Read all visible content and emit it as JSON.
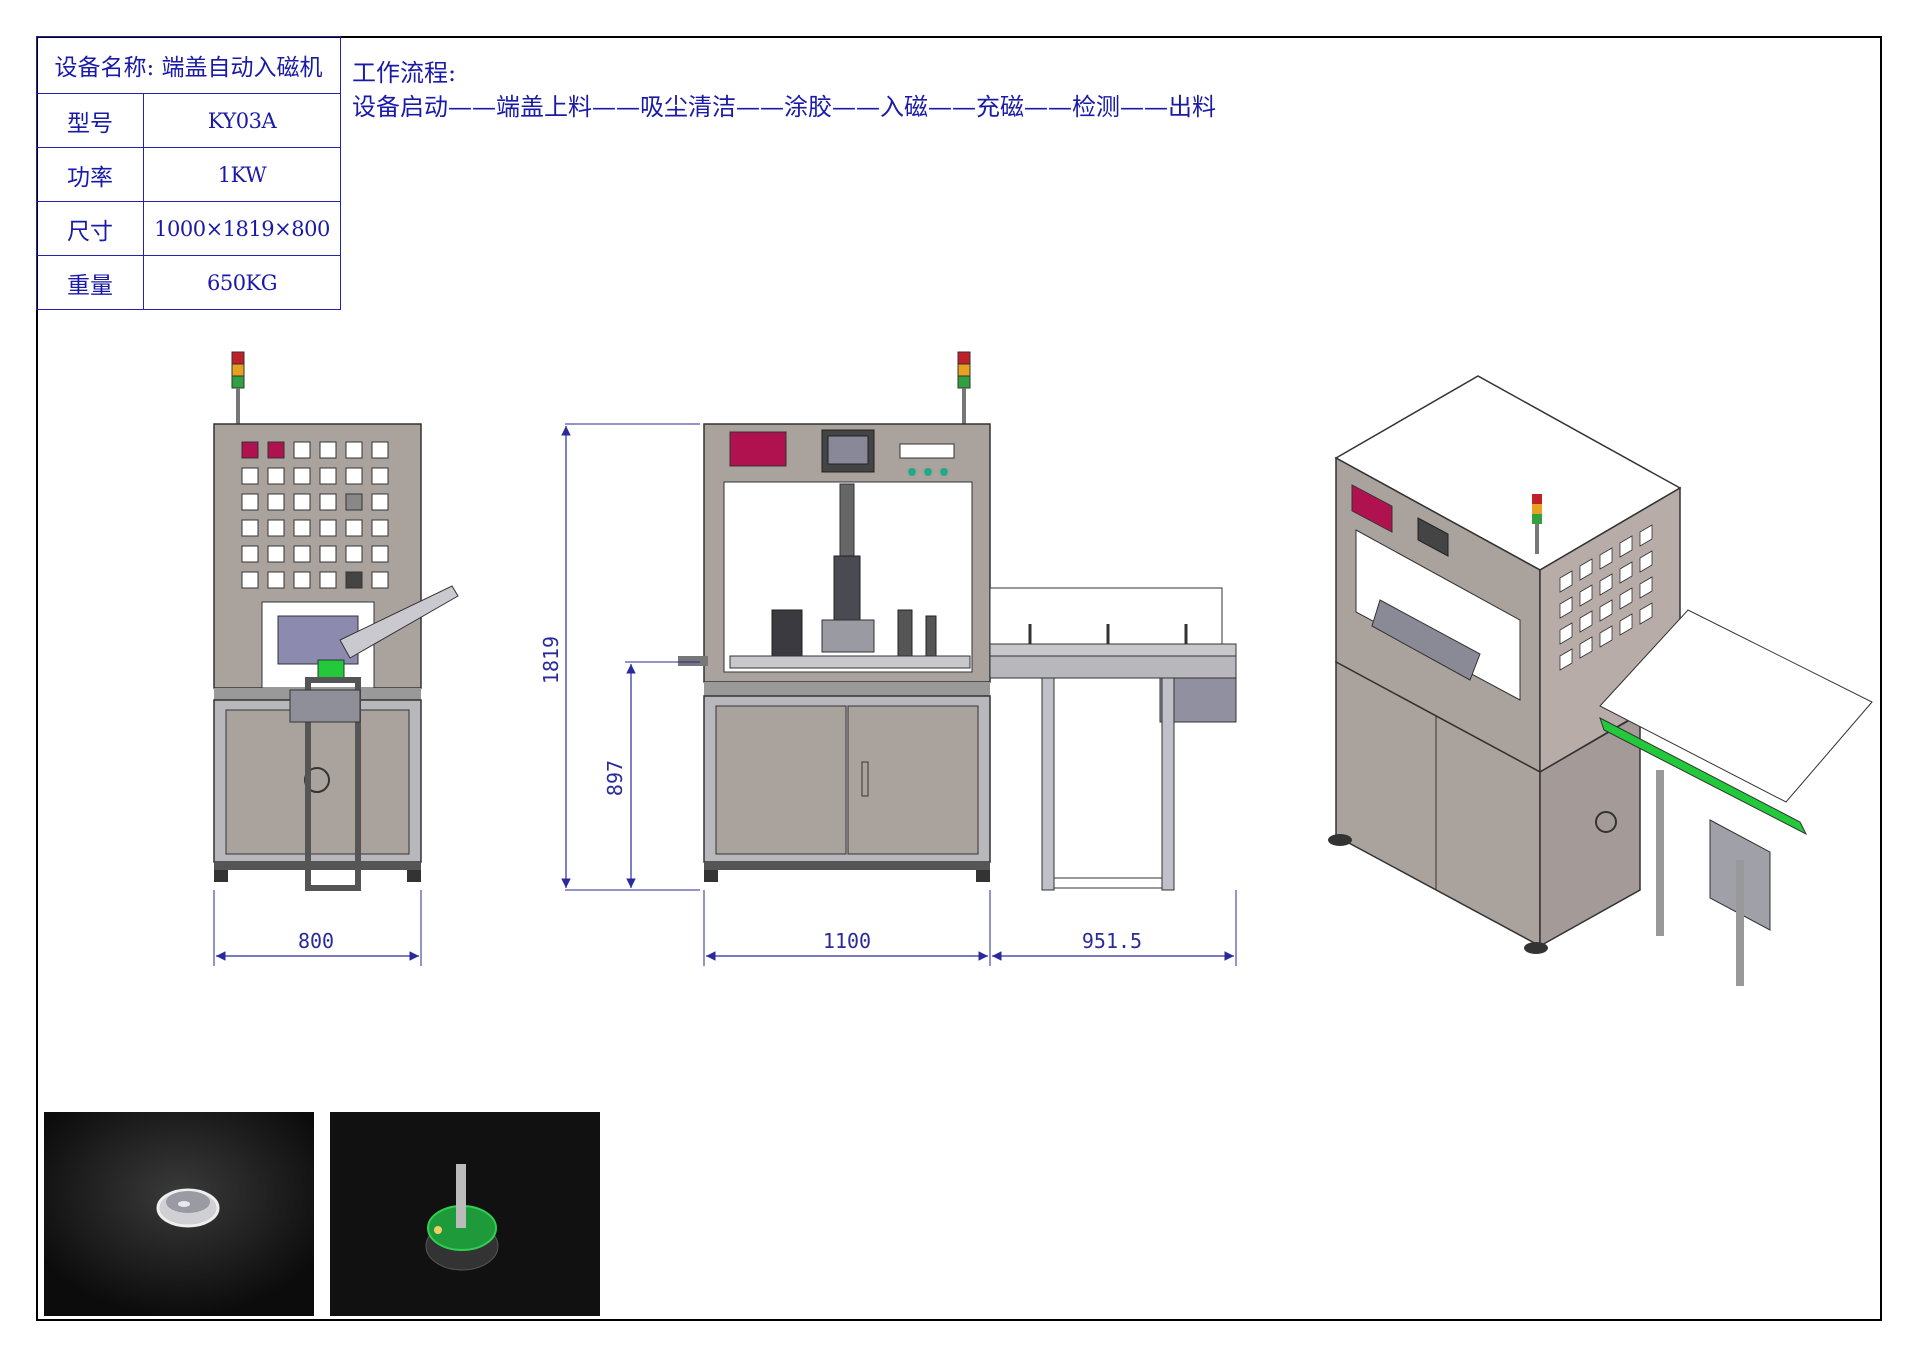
{
  "spec_table": {
    "title_label": "设备名称:",
    "title_value": "端盖自动入磁机",
    "rows": [
      {
        "label": "型号",
        "value": "KY03A"
      },
      {
        "label": "功率",
        "value": "1KW"
      },
      {
        "label": "尺寸",
        "value": "1000×1819×800"
      },
      {
        "label": "重量",
        "value": "650KG"
      }
    ]
  },
  "workflow": {
    "heading": "工作流程:",
    "steps": "设备启动——端盖上料——吸尘清洁——涂胶——入磁——充磁——检测——出料"
  },
  "dimensions": {
    "side_width": "800",
    "front_width": "1100",
    "conveyor_width": "951.5",
    "total_height": "1819",
    "table_height": "897"
  },
  "colors": {
    "annotation": "#2222aa",
    "panel": "#a9a29c",
    "frame": "#b9b9bd",
    "accent_red": "#b0124f",
    "accent_green": "#22c93a"
  }
}
